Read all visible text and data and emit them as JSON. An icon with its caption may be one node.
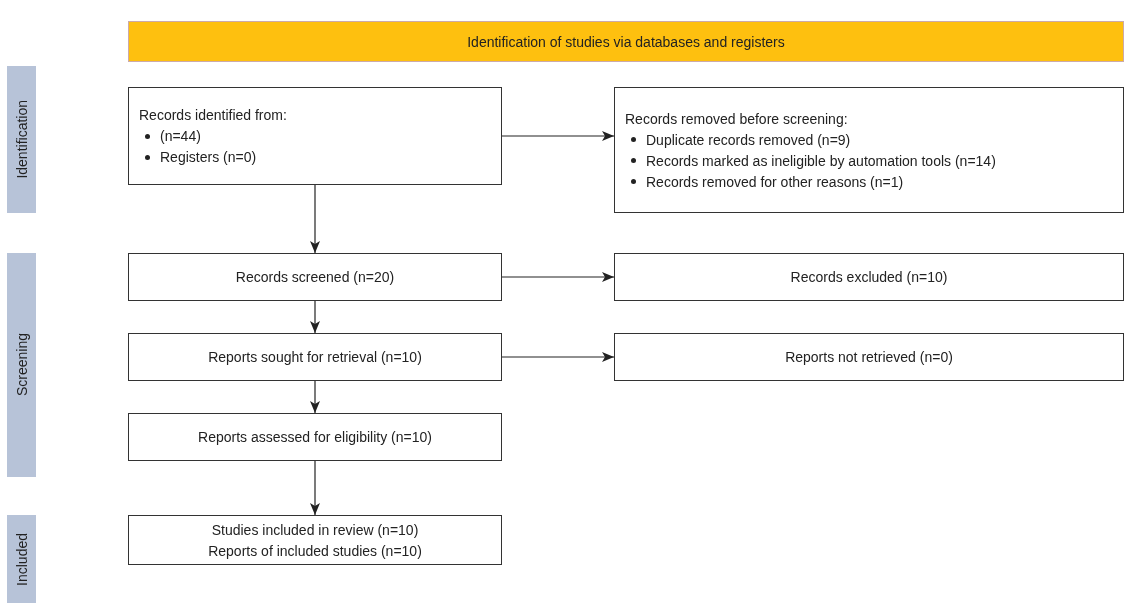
{
  "diagram": {
    "nodes": [
      {
        "text": [
          "Identification of studies via databases and registers"
        ]
      },
      {
        "text": [
          "Identification"
        ]
      },
      {
        "text": [
          "Screening"
        ]
      },
      {
        "text": [
          "Included"
        ]
      },
      {
        "text": [
          "Records identified from:",
          "(n=44)",
          "Registers (n=0)"
        ]
      },
      {
        "text": [
          "Records removed before screening:",
          "Duplicate records removed (n=9)",
          "Records marked as ineligible by automation tools (n=14)",
          "Records removed for other reasons (n=1)"
        ]
      },
      {
        "text": [
          "Records screened (n=20)"
        ]
      },
      {
        "text": [
          "Records excluded (n=10)"
        ]
      },
      {
        "text": [
          "Reports sought for retrieval (n=10)"
        ]
      },
      {
        "text": [
          "Reports not retrieved (n=0)"
        ]
      },
      {
        "text": [
          "Reports assessed for eligibility (n=10)"
        ]
      },
      {
        "text": [
          "Studies included in review (n=10)",
          "Reports of included studies (n=10)"
        ]
      }
    ],
    "edges": [
      {
        "from": 4,
        "to": 5,
        "arrow": "to"
      },
      {
        "from": 4,
        "to": 6,
        "arrow": "to"
      },
      {
        "from": 6,
        "to": 7,
        "arrow": "to"
      },
      {
        "from": 6,
        "to": 8,
        "arrow": "to"
      },
      {
        "from": 8,
        "to": 9,
        "arrow": "to"
      },
      {
        "from": 8,
        "to": 10,
        "arrow": "to"
      },
      {
        "from": 10,
        "to": 11,
        "arrow": "to"
      }
    ]
  }
}
